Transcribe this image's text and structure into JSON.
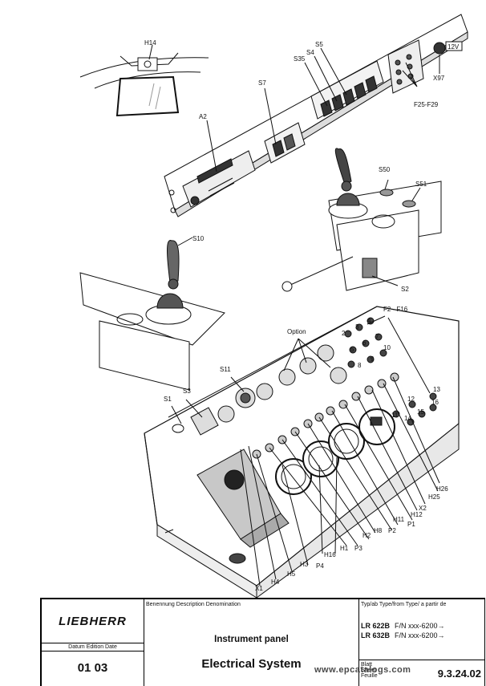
{
  "labels": {
    "h14": "H14",
    "s5": "S5",
    "s4": "S4",
    "s35": "S35",
    "s7": "S7",
    "a2": "A2",
    "v12": "12V",
    "x97": "X97",
    "f25": "F25-F29",
    "s50": "S50",
    "s51": "S51",
    "s10": "S10",
    "s2": "S2",
    "f2": "F2 - F16",
    "option": "Option",
    "s11": "S11",
    "s1": "S1",
    "s3": "S3",
    "h26": "H26",
    "h25": "H25",
    "x2": "X2",
    "h12": "H12",
    "p1": "P1",
    "h11": "H11",
    "p2": "P2",
    "h8": "H8",
    "h2": "H2",
    "p3": "P3",
    "h1": "H1",
    "h16": "H16",
    "p4": "P4",
    "h3": "H3",
    "h5": "H5",
    "h4": "H4",
    "x1": "X1",
    "n2": "2",
    "n3": "3",
    "n4": "4",
    "n5": "5",
    "n6": "6",
    "n7": "7",
    "n8": "8",
    "n9": "9",
    "n10": "10",
    "n11": "11",
    "n12": "12",
    "n13": "13",
    "n14": "14",
    "n15": "15",
    "n16": "16"
  },
  "title_block": {
    "logo": "LIEBHERR",
    "description_label": "Benennung  Description  Denomination",
    "title": "Instrument panel",
    "system": "Electrical System",
    "edition_label": "Datum Edition Date",
    "edition_value": "01  03",
    "type_label": "Typ/ab Type/from Type/ a partir de",
    "types": [
      {
        "model": "LR 622B",
        "serial": "F/N xxx-6200→"
      },
      {
        "model": "LR 632B",
        "serial": "F/N xxx-6200→"
      }
    ],
    "sheet_label": "Blatt\nSheet\nFeuille",
    "sheet_value": "9.3.24.02"
  },
  "watermark": "www.epcatalogs.com"
}
